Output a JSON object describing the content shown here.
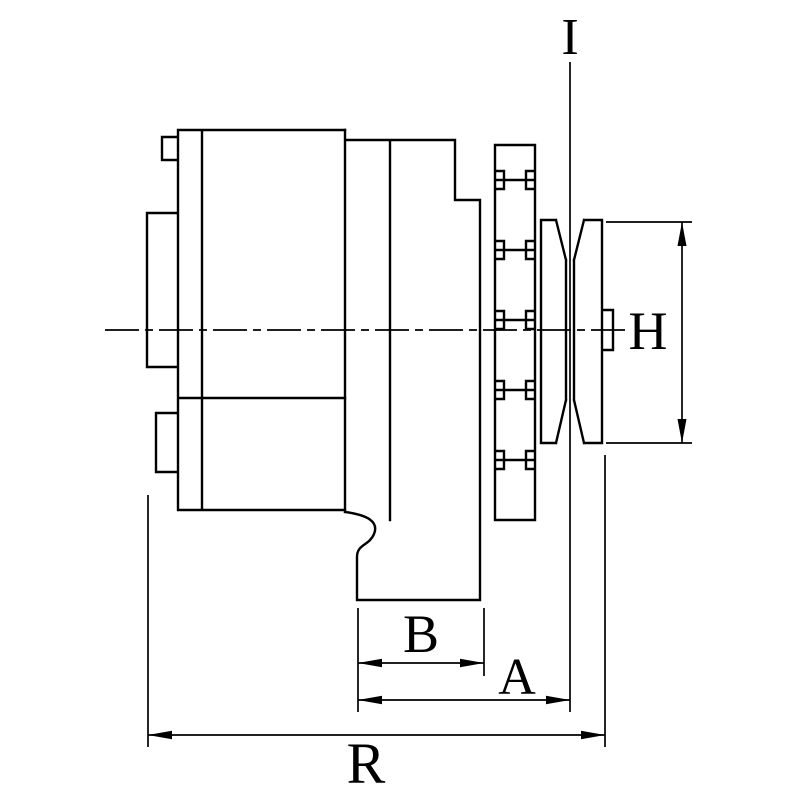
{
  "diagram": {
    "colors": {
      "line": "#000000",
      "background": "#ffffff"
    },
    "dimension_labels": {
      "i": "I",
      "h": "H",
      "b": "B",
      "a": "A",
      "r": "R"
    }
  }
}
